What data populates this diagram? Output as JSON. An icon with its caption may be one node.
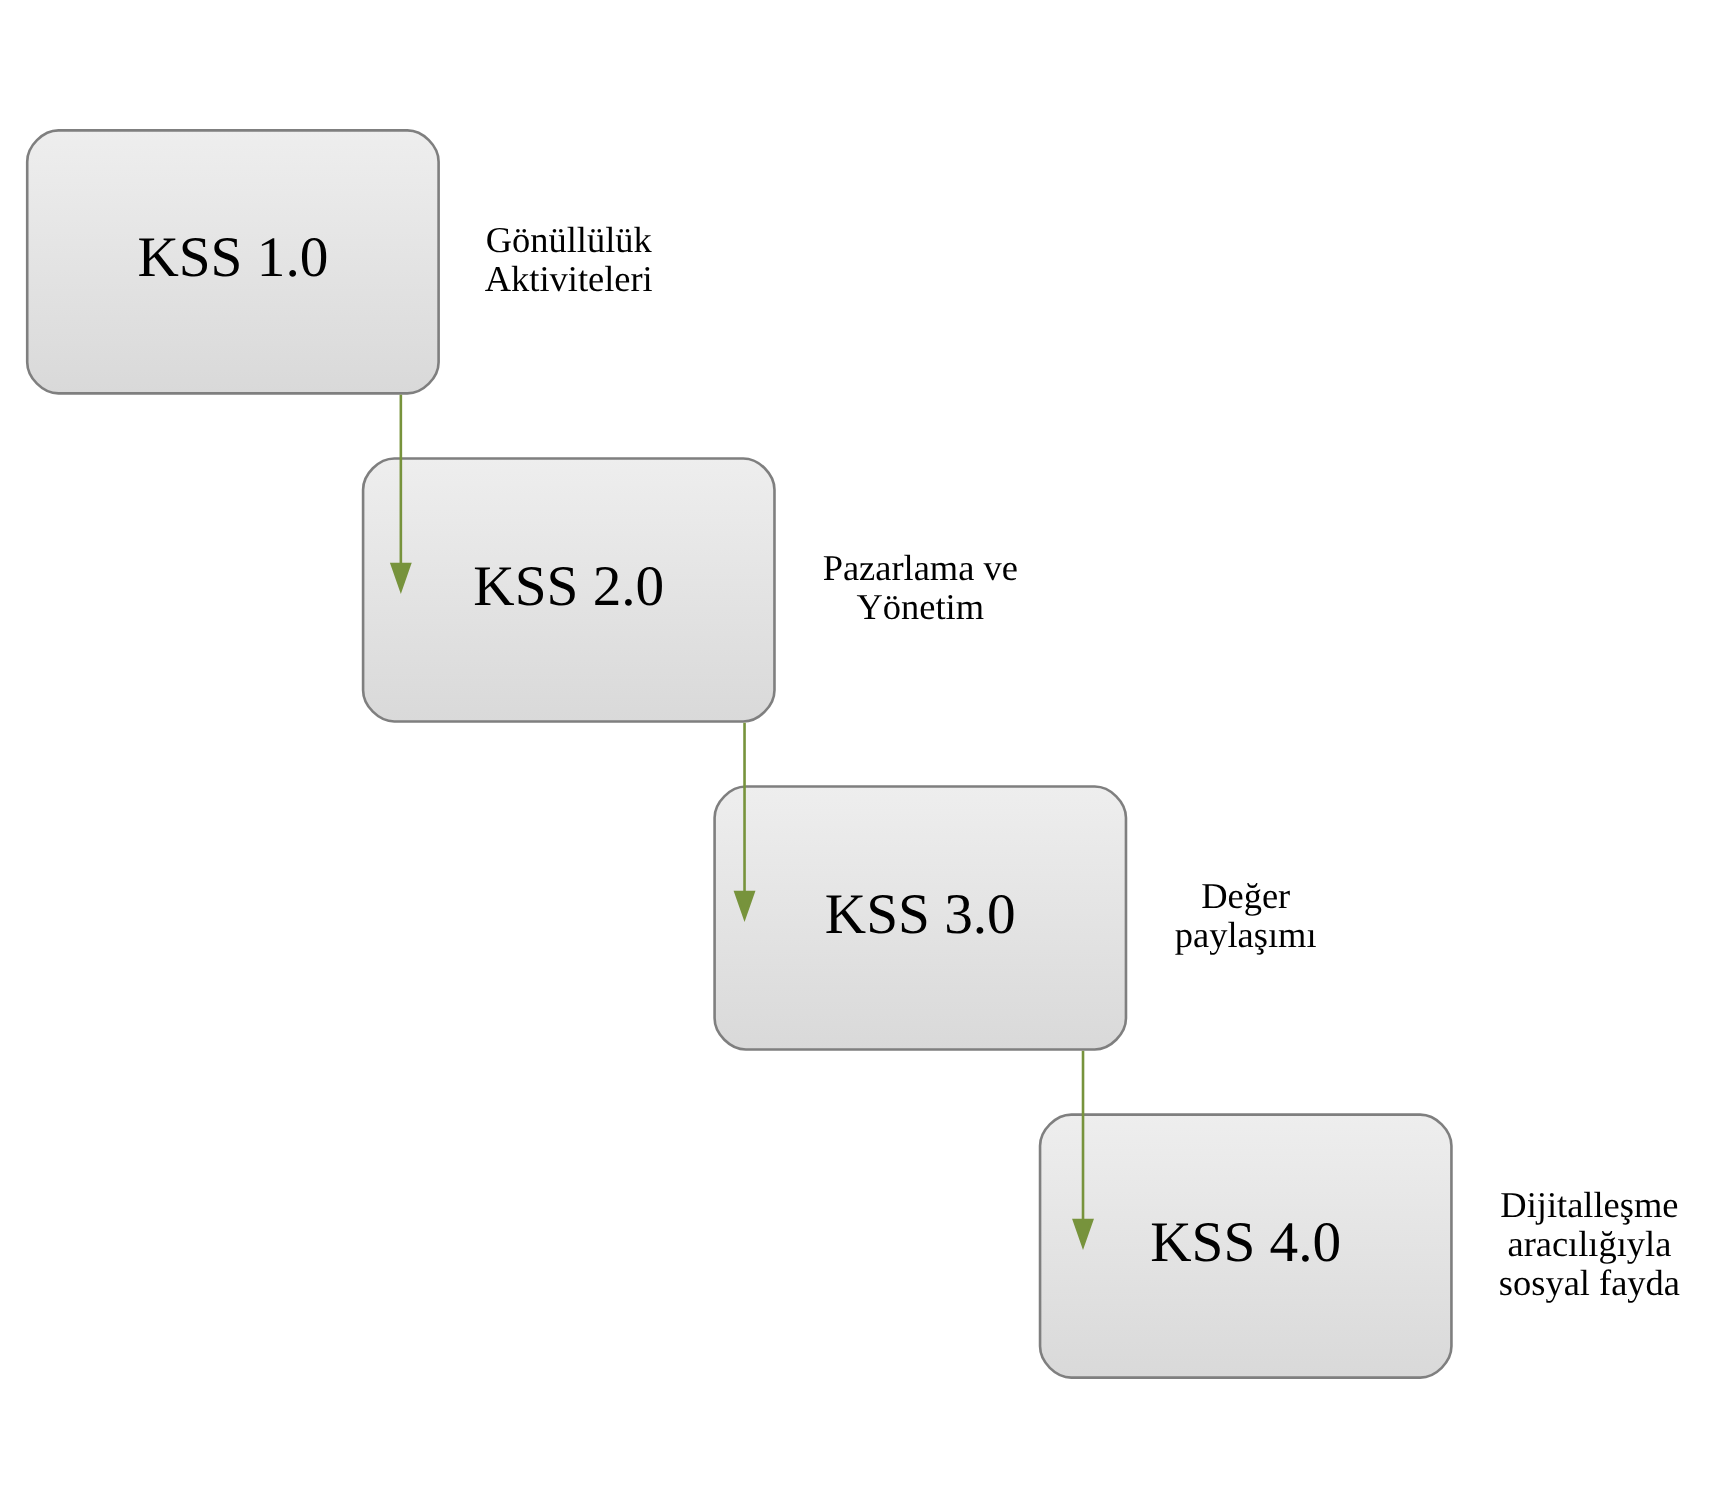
{
  "diagram": {
    "nodes": [
      {
        "text": [
          "KSS 1.0"
        ],
        "beside": [
          "Gönüllülük Aktiviteleri"
        ]
      },
      {
        "text": [
          "KSS 2.0"
        ],
        "beside": [
          "Pazarlama ve Yönetim"
        ]
      },
      {
        "text": [
          "KSS 3.0"
        ],
        "beside": [
          "Değer paylaşımı"
        ]
      },
      {
        "text": [
          "KSS 4.0"
        ],
        "beside": [
          "Dijitalleşme aracılığıyla sosyal fayda"
        ]
      }
    ],
    "edges": [
      {
        "from": 0,
        "to": 1,
        "arrow": "to",
        "color": "#77933c"
      },
      {
        "from": 1,
        "to": 2,
        "arrow": "to",
        "color": "#77933c"
      },
      {
        "from": 2,
        "to": 3,
        "arrow": "to",
        "color": "#77933c"
      }
    ]
  }
}
